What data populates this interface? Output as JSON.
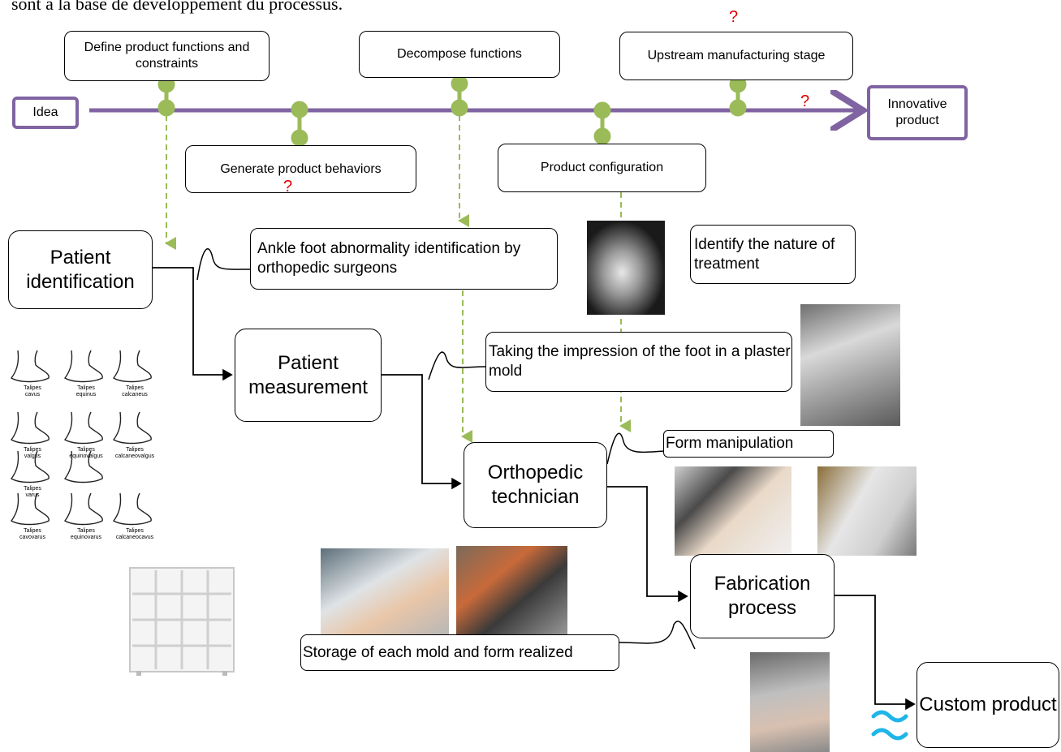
{
  "intro_text": "sont à la base de développement du processus.",
  "timeline": {
    "start": "Idea",
    "end": "Innovative product",
    "stages_top": [
      "Define product functions and constraints",
      "Decompose functions",
      "Upstream manufacturing stage"
    ],
    "stages_bottom": [
      "Generate product behaviors",
      "Product configuration"
    ],
    "question_mark": "?"
  },
  "process": {
    "patient_identification": "Patient identification",
    "patient_measurement": "Patient measurement",
    "orthopedic_technician": "Orthopedic technician",
    "fabrication_process": "Fabrication process",
    "custom_product": "Custom product"
  },
  "notes": {
    "ankle_foot": "Ankle foot abnormality identification by orthopedic surgeons",
    "identify_treatment": "Identify the nature of treatment",
    "impression": "Taking the impression of the foot in a plaster mold",
    "form_manipulation": "Form manipulation",
    "storage": "Storage of each mold and form realized"
  },
  "foot_chart": {
    "labels": [
      "Talipes cavus",
      "Talipes equinus",
      "Talipes calcaneus",
      "Talipes valgus",
      "Talipes equinovalgus",
      "Talipes calcaneovalgus",
      "Talipes varus",
      "",
      "Talipes cavovarus",
      "Talipes equinovarus",
      "Talipes calcaneocavus"
    ]
  },
  "colors": {
    "timeline": "#8064a2",
    "milestone": "#9bbb59",
    "question": "#e00000",
    "wave": "#1fb5e8"
  },
  "icons": {
    "xray": "xray-image",
    "shelf": "storage-shelf-icon",
    "waves": "approx-waves-icon"
  }
}
